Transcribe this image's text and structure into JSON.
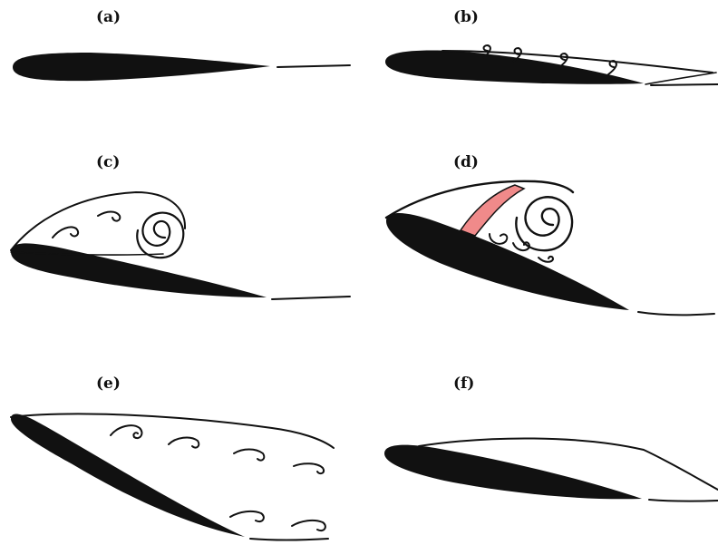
{
  "panels": [
    {
      "label": "(a)"
    },
    {
      "label": "(b)"
    },
    {
      "label": "(c)"
    },
    {
      "label": "(d)"
    },
    {
      "label": "(e)"
    },
    {
      "label": "(f)"
    }
  ],
  "colors": {
    "airfoil": "#111111",
    "line": "#111111",
    "highlight": "#f08a8a"
  }
}
